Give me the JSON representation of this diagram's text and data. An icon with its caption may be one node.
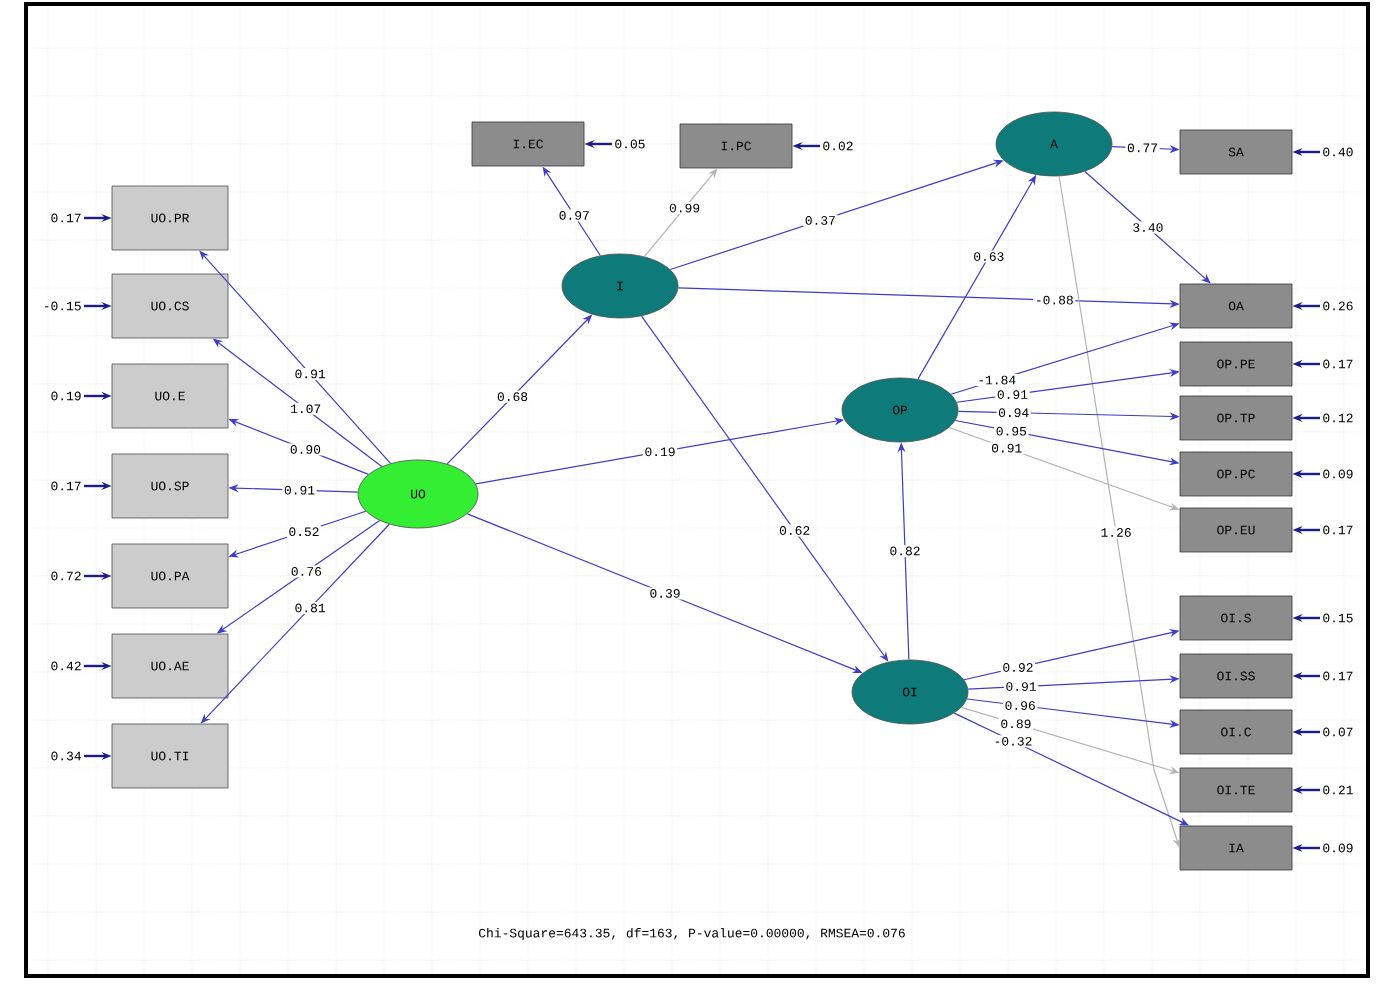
{
  "diagram": {
    "caption": "Chi-Square=643.35, df=163, P-value=0.00000, RMSEA=0.076",
    "nodes": [
      {
        "text": [
          "UO.PR"
        ]
      },
      {
        "text": [
          "UO.CS"
        ]
      },
      {
        "text": [
          "UO.E"
        ]
      },
      {
        "text": [
          "UO.SP"
        ]
      },
      {
        "text": [
          "UO.PA"
        ]
      },
      {
        "text": [
          "UO.AE"
        ]
      },
      {
        "text": [
          "UO.TI"
        ]
      },
      {
        "text": [
          "UO"
        ]
      },
      {
        "text": [
          "I"
        ]
      },
      {
        "text": [
          "I.EC"
        ]
      },
      {
        "text": [
          "I.PC"
        ]
      },
      {
        "text": [
          "A"
        ]
      },
      {
        "text": [
          "SA"
        ]
      },
      {
        "text": [
          "OA"
        ]
      },
      {
        "text": [
          "OP"
        ]
      },
      {
        "text": [
          "OP.PE"
        ]
      },
      {
        "text": [
          "OP.TP"
        ]
      },
      {
        "text": [
          "OP.PC"
        ]
      },
      {
        "text": [
          "OP.EU"
        ]
      },
      {
        "text": [
          "OI"
        ]
      },
      {
        "text": [
          "OI.S"
        ]
      },
      {
        "text": [
          "OI.SS"
        ]
      },
      {
        "text": [
          "OI.C"
        ]
      },
      {
        "text": [
          "OI.TE"
        ]
      },
      {
        "text": [
          "IA"
        ]
      }
    ],
    "edges": [
      {
        "from": 7,
        "to": 0,
        "arrow": "to",
        "label": "0.91"
      },
      {
        "from": 7,
        "to": 1,
        "arrow": "to",
        "label": "1.07"
      },
      {
        "from": 7,
        "to": 2,
        "arrow": "to",
        "label": "0.90"
      },
      {
        "from": 7,
        "to": 3,
        "arrow": "to",
        "label": "0.91"
      },
      {
        "from": 7,
        "to": 4,
        "arrow": "to",
        "label": "0.52"
      },
      {
        "from": 7,
        "to": 5,
        "arrow": "to",
        "label": "0.76"
      },
      {
        "from": 7,
        "to": 6,
        "arrow": "to",
        "label": "0.81"
      },
      {
        "from": 7,
        "to": 8,
        "arrow": "to",
        "label": "0.68"
      },
      {
        "from": 7,
        "to": 14,
        "arrow": "to",
        "label": "0.19"
      },
      {
        "from": 7,
        "to": 19,
        "arrow": "to",
        "label": "0.39"
      },
      {
        "from": 8,
        "to": 9,
        "arrow": "to",
        "label": "0.97"
      },
      {
        "from": 8,
        "to": 10,
        "arrow": "to",
        "label": "0.99",
        "color": "#b4b4b4"
      },
      {
        "from": 8,
        "to": 11,
        "arrow": "to",
        "label": "0.37"
      },
      {
        "from": 8,
        "to": 13,
        "arrow": "to",
        "label": "-0.88"
      },
      {
        "from": 8,
        "to": 19,
        "arrow": "to",
        "label": "0.62"
      },
      {
        "from": 19,
        "to": 14,
        "arrow": "to",
        "label": "0.82"
      },
      {
        "from": 14,
        "to": 11,
        "arrow": "to",
        "label": "0.63"
      },
      {
        "from": 11,
        "to": 12,
        "arrow": "to",
        "label": "0.77"
      },
      {
        "from": 11,
        "to": 13,
        "arrow": "to",
        "label": "3.40"
      },
      {
        "from": 11,
        "to": 24,
        "arrow": "to",
        "label": "1.26",
        "color": "#b4b4b4"
      },
      {
        "from": 14,
        "to": 13,
        "arrow": "to",
        "label": "-1.84"
      },
      {
        "from": 14,
        "to": 15,
        "arrow": "to",
        "label": "0.91"
      },
      {
        "from": 14,
        "to": 16,
        "arrow": "to",
        "label": "0.94"
      },
      {
        "from": 14,
        "to": 17,
        "arrow": "to",
        "label": "0.95"
      },
      {
        "from": 14,
        "to": 18,
        "arrow": "to",
        "label": "0.91",
        "color": "#b4b4b4"
      },
      {
        "from": 19,
        "to": 20,
        "arrow": "to",
        "label": "0.92"
      },
      {
        "from": 19,
        "to": 21,
        "arrow": "to",
        "label": "0.91"
      },
      {
        "from": 19,
        "to": 22,
        "arrow": "to",
        "label": "0.96"
      },
      {
        "from": 19,
        "to": 23,
        "arrow": "to",
        "label": "0.89",
        "color": "#b4b4b4"
      },
      {
        "from": 19,
        "to": 24,
        "arrow": "to",
        "label": "-0.32"
      },
      {
        "from": null,
        "to": 0,
        "arrow": "to",
        "label": "0.17",
        "color": "#1c1c8c"
      },
      {
        "from": null,
        "to": 1,
        "arrow": "to",
        "label": "-0.15",
        "color": "#1c1c8c"
      },
      {
        "from": null,
        "to": 2,
        "arrow": "to",
        "label": "0.19",
        "color": "#1c1c8c"
      },
      {
        "from": null,
        "to": 3,
        "arrow": "to",
        "label": "0.17",
        "color": "#1c1c8c"
      },
      {
        "from": null,
        "to": 4,
        "arrow": "to",
        "label": "0.72",
        "color": "#1c1c8c"
      },
      {
        "from": null,
        "to": 5,
        "arrow": "to",
        "label": "0.42",
        "color": "#1c1c8c"
      },
      {
        "from": null,
        "to": 6,
        "arrow": "to",
        "label": "0.34",
        "color": "#1c1c8c"
      },
      {
        "from": null,
        "to": 9,
        "arrow": "to",
        "label": "0.05",
        "color": "#1c1c8c"
      },
      {
        "from": null,
        "to": 10,
        "arrow": "to",
        "label": "0.02",
        "color": "#1c1c8c"
      },
      {
        "from": null,
        "to": 12,
        "arrow": "to",
        "label": "0.40",
        "color": "#1c1c8c"
      },
      {
        "from": null,
        "to": 13,
        "arrow": "to",
        "label": "0.26",
        "color": "#1c1c8c"
      },
      {
        "from": null,
        "to": 15,
        "arrow": "to",
        "label": "0.17",
        "color": "#1c1c8c"
      },
      {
        "from": null,
        "to": 16,
        "arrow": "to",
        "label": "0.12",
        "color": "#1c1c8c"
      },
      {
        "from": null,
        "to": 17,
        "arrow": "to",
        "label": "0.09",
        "color": "#1c1c8c"
      },
      {
        "from": null,
        "to": 18,
        "arrow": "to",
        "label": "0.17",
        "color": "#1c1c8c"
      },
      {
        "from": null,
        "to": 20,
        "arrow": "to",
        "label": "0.15",
        "color": "#1c1c8c"
      },
      {
        "from": null,
        "to": 21,
        "arrow": "to",
        "label": "0.17",
        "color": "#1c1c8c"
      },
      {
        "from": null,
        "to": 22,
        "arrow": "to",
        "label": "0.07",
        "color": "#1c1c8c"
      },
      {
        "from": null,
        "to": 23,
        "arrow": "to",
        "label": "0.21",
        "color": "#1c1c8c"
      },
      {
        "from": null,
        "to": 24,
        "arrow": "to",
        "label": "0.09",
        "color": "#1c1c8c"
      }
    ]
  }
}
